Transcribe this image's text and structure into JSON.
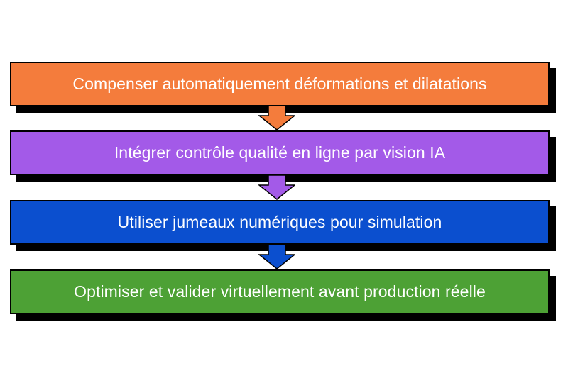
{
  "steps": [
    {
      "label": "Compenser automatiquement déformations et dilatations",
      "color": "#f47c3c"
    },
    {
      "label": "Intégrer contrôle qualité en ligne par vision IA",
      "color": "#a35ae8"
    },
    {
      "label": "Utiliser jumeaux numériques pour simulation",
      "color": "#0b4fcf"
    },
    {
      "label": "Optimiser et valider virtuellement avant production réelle",
      "color": "#4da135"
    }
  ],
  "arrows": [
    {
      "icon": "down-arrow-icon",
      "color": "#f47c3c"
    },
    {
      "icon": "down-arrow-icon",
      "color": "#a35ae8"
    },
    {
      "icon": "down-arrow-icon",
      "color": "#0b4fcf"
    }
  ]
}
